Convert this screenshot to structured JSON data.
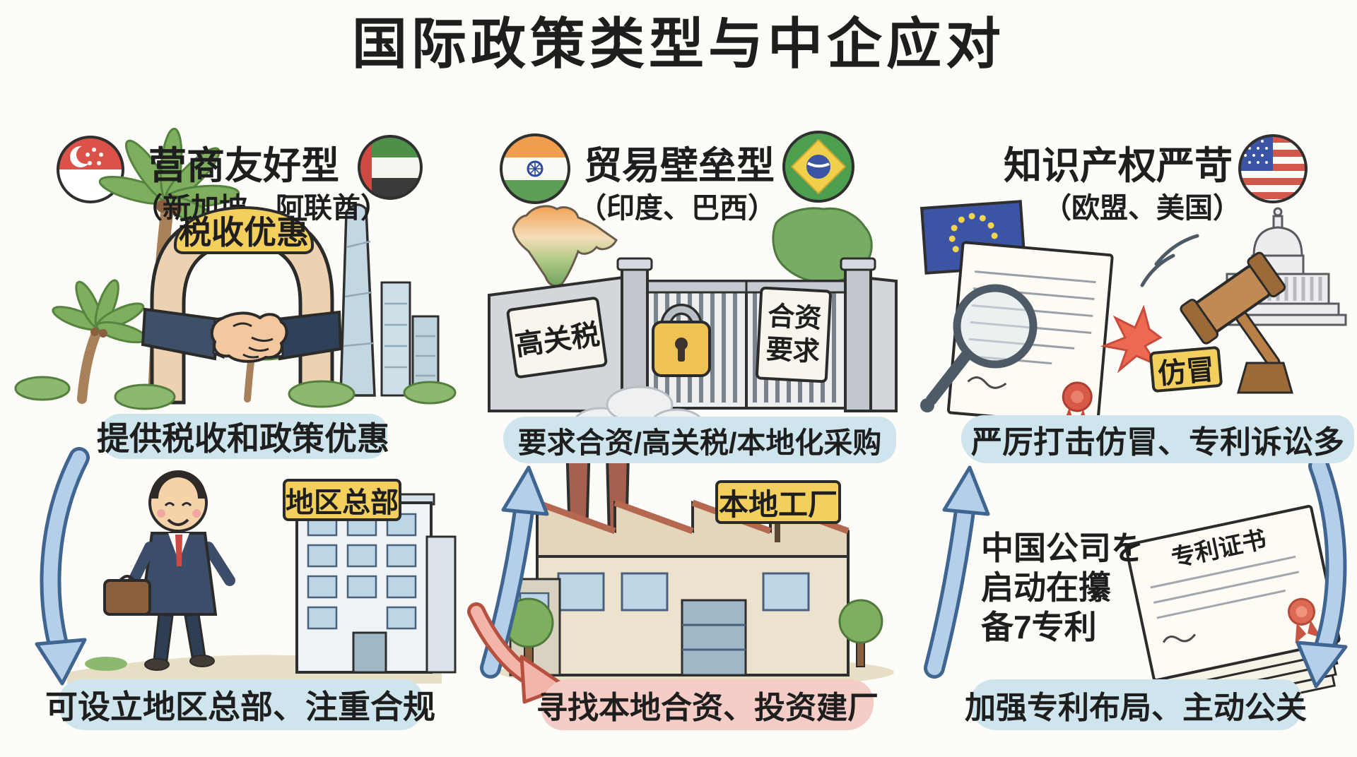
{
  "title": "国际政策类型与中企应对",
  "columns": [
    {
      "header": "营商友好型",
      "subtitle": "（新加坡、阿联酋）",
      "arch_banner": "税收优惠",
      "policy_caption": "提供税收和政策优惠",
      "hq_sign": "地区总部",
      "response_caption": "可设立地区总部、注重合规"
    },
    {
      "header": "贸易壁垒型",
      "subtitle": "（印度、巴西）",
      "tariff_sign": "高关税",
      "jv_sign_top": "合资",
      "jv_sign_bottom": "要求",
      "policy_caption": "要求合资/高关税/本地化采购",
      "factory_sign": "本地工厂",
      "response_caption": "寻找本地合资、投资建厂"
    },
    {
      "header": "知识产权严苛",
      "subtitle": "（欧盟、美国）",
      "counterfeit_sign": "仿冒",
      "policy_caption": "严厉打击仿冒、专利诉讼多",
      "note_lines": [
        "中国公司を",
        "启动在攥",
        "备7专利"
      ],
      "patent_cert_label": "专利证书",
      "response_caption": "加强专利布局、主动公关"
    }
  ],
  "flags": {
    "col1_left": "Singapore",
    "col1_right": "UAE",
    "col2_left": "India",
    "col2_right": "Brazil",
    "col3_right": "USA",
    "col3_illustration": "EU"
  },
  "colors": {
    "caption_blue": "#cfe5ee",
    "caption_pink": "#f5cdc6",
    "sign_yellow": "#f3cf5e",
    "arrow_blue": "#b5cfeb",
    "arrow_red": "#f3b5a9",
    "title_text": "#1e1e1e"
  }
}
